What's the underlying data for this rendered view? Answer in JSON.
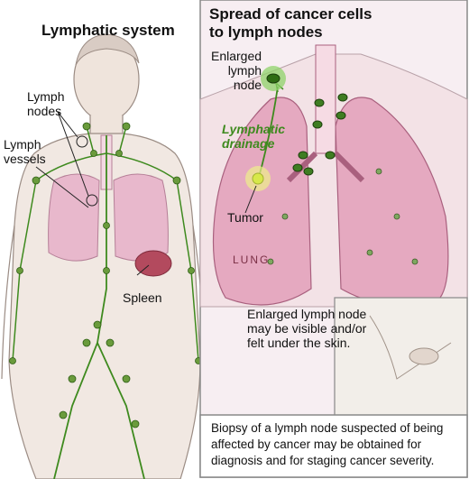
{
  "left_panel": {
    "title": "Lymphatic system",
    "labels": {
      "lymph_nodes": [
        "Lymph",
        "nodes"
      ],
      "lymph_vessels": [
        "Lymph",
        "vessels"
      ],
      "spleen": "Spleen"
    }
  },
  "right_panel": {
    "title": [
      "Spread of cancer cells",
      "to lymph nodes"
    ],
    "labels": {
      "enlarged_node": [
        "Enlarged",
        "lymph",
        "node"
      ],
      "drainage": [
        "Lymphatic",
        "drainage"
      ],
      "tumor": "Tumor",
      "lung": "LUNG"
    },
    "inset_caption": [
      "Enlarged lymph node",
      "may be visible and/or",
      "felt under the skin."
    ],
    "footer": [
      "Biopsy of a lymph node suspected of being",
      "affected by cancer may be obtained for",
      "diagnosis and for staging cancer severity."
    ]
  },
  "colors": {
    "lymph_green": "#3e8a1e",
    "lung_pink": "#e8b8cc",
    "skin": "#efe6df",
    "border": "#888888"
  }
}
